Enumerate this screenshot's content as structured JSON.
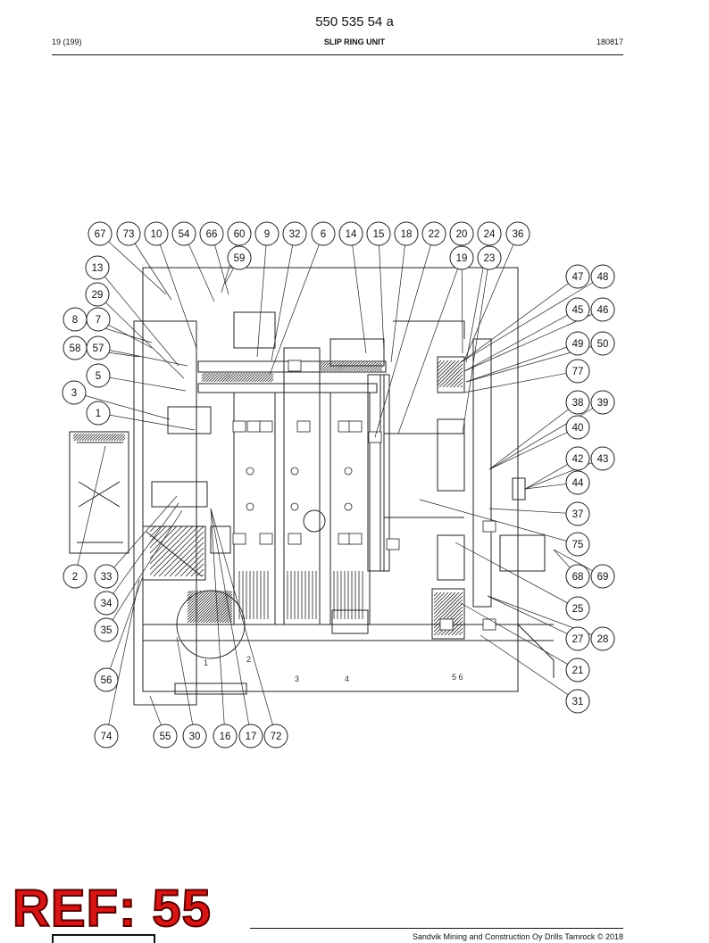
{
  "header": {
    "doc_number": "550 535 54 a",
    "page": "19 (199)",
    "title": "SLIP RING UNIT",
    "date_code": "180817"
  },
  "drawing": {
    "callouts": [
      "67",
      "73",
      "10",
      "54",
      "66",
      "60",
      "9",
      "32",
      "6",
      "14",
      "15",
      "18",
      "22",
      "20",
      "24",
      "36",
      "59",
      "19",
      "23",
      "13",
      "29",
      "8",
      "7",
      "58",
      "57",
      "5",
      "3",
      "1",
      "47",
      "48",
      "45",
      "46",
      "49",
      "50",
      "77",
      "38",
      "39",
      "40",
      "42",
      "43",
      "44",
      "37",
      "75",
      "68",
      "69",
      "25",
      "27",
      "28",
      "21",
      "31",
      "2",
      "33",
      "34",
      "35",
      "56",
      "74",
      "55",
      "30",
      "16",
      "17",
      "72"
    ],
    "terminal_labels": [
      "1",
      "2",
      "3",
      "4",
      "5 6"
    ]
  },
  "stamp": {
    "text": "REF: 55"
  },
  "footer": {
    "copyright": "Sandvik Mining and Construction Oy Drills Tamrock © 2018"
  }
}
